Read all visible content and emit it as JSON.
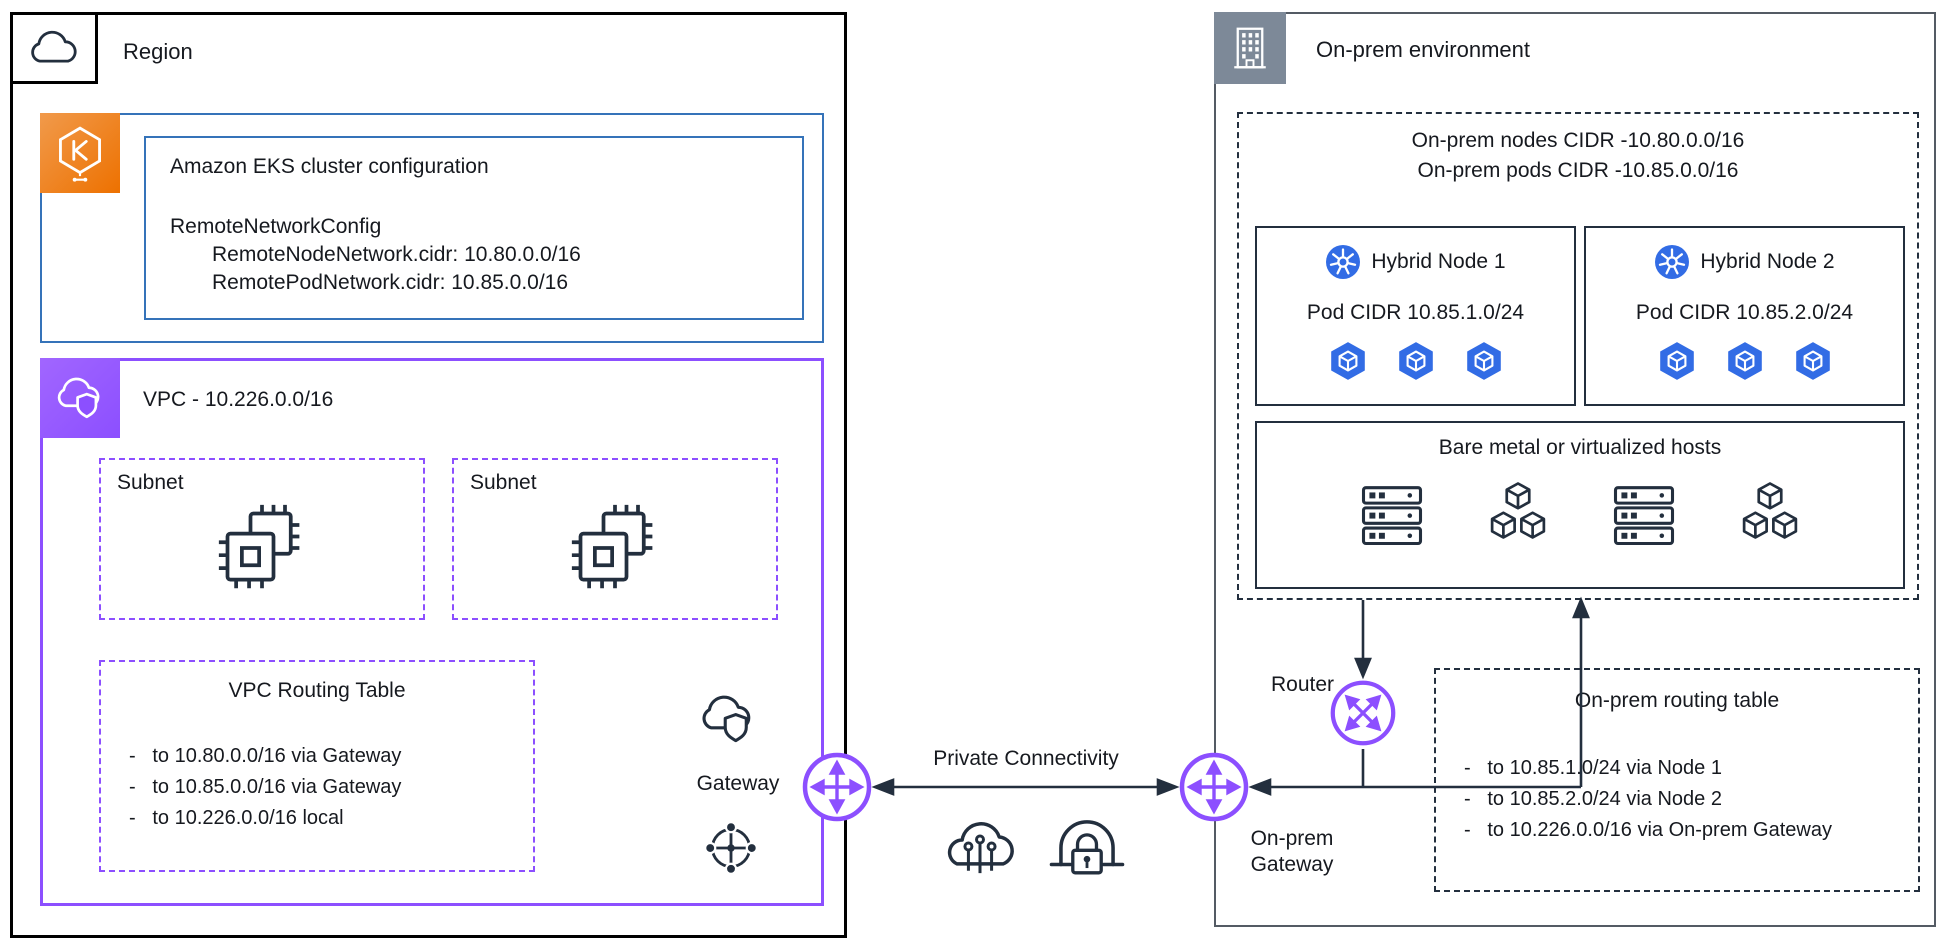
{
  "region": {
    "label": "Region",
    "eks": {
      "title": "Amazon EKS cluster configuration",
      "config_label": "RemoteNetworkConfig",
      "lines": [
        "RemoteNodeNetwork.cidr: 10.80.0.0/16",
        "RemotePodNetwork.cidr: 10.85.0.0/16"
      ]
    },
    "vpc": {
      "label": "VPC - 10.226.0.0/16",
      "subnets": [
        {
          "label": "Subnet"
        },
        {
          "label": "Subnet"
        }
      ],
      "routing_table": {
        "title": "VPC Routing Table",
        "items": [
          "-   to 10.80.0.0/16 via Gateway",
          "-   to 10.85.0.0/16 via Gateway",
          "-   to 10.226.0.0/16 local"
        ]
      },
      "gateway_label": "Gateway"
    }
  },
  "middle": {
    "private_connectivity": "Private Connectivity",
    "onprem_gateway_line1": "On-prem",
    "onprem_gateway_line2": "Gateway"
  },
  "onprem": {
    "label": "On-prem environment",
    "nodes_box": {
      "cidr_line1": "On-prem nodes CIDR -10.80.0.0/16",
      "cidr_line2": "On-prem pods CIDR -10.85.0.0/16",
      "nodes": [
        {
          "name": "Hybrid Node 1",
          "pod_cidr": "Pod CIDR 10.85.1.0/24"
        },
        {
          "name": "Hybrid Node 2",
          "pod_cidr": "Pod CIDR 10.85.2.0/24"
        }
      ],
      "hosts_label": "Bare metal or virtualized hosts"
    },
    "router_label": "Router",
    "routing_table": {
      "title": "On-prem routing table",
      "items": [
        "-   to 10.85.1.0/24 via Node 1",
        "-   to 10.85.2.0/24 via Node 2",
        "-   to 10.226.0.0/16 via On-prem Gateway"
      ]
    }
  },
  "colors": {
    "purple": "#8C4FFF",
    "blue": "#3573B9",
    "orange": "#ED7100",
    "k8s_blue": "#326CE5",
    "dark": "#232F3E",
    "gray": "#7D8998"
  }
}
